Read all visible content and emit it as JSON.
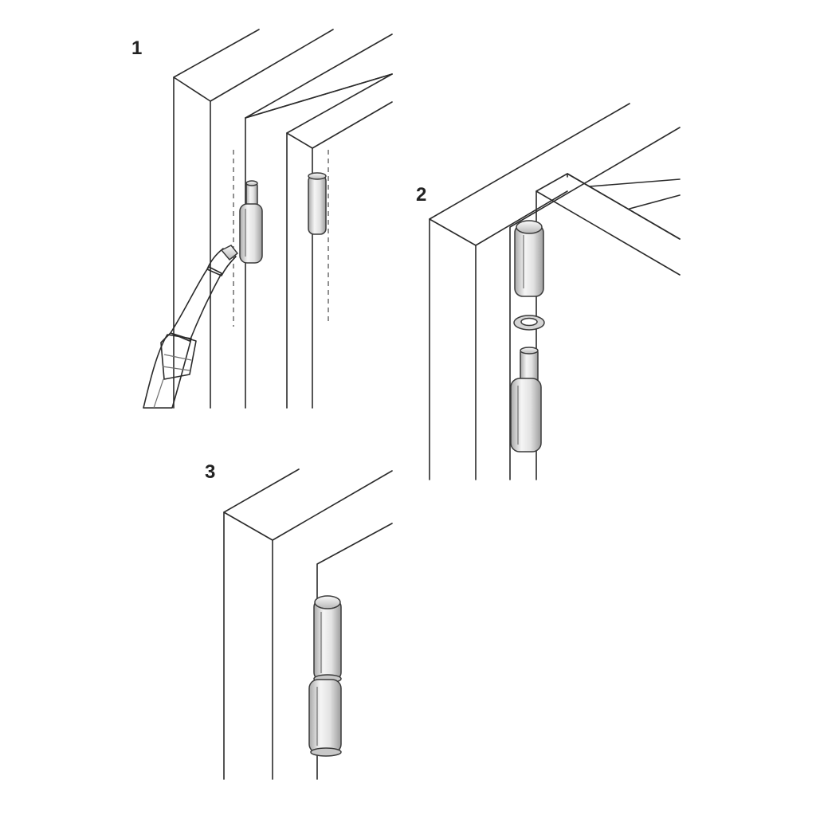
{
  "steps": [
    {
      "label": "1",
      "description": ""
    },
    {
      "label": "2",
      "description": ""
    },
    {
      "label": "3",
      "description": ""
    }
  ],
  "colors": {
    "line": "#2b2b2b",
    "metal_light": "#f4f4f4",
    "metal_mid": "#cfcfcf",
    "metal_dark": "#9a9a9a",
    "background": "#ffffff"
  }
}
